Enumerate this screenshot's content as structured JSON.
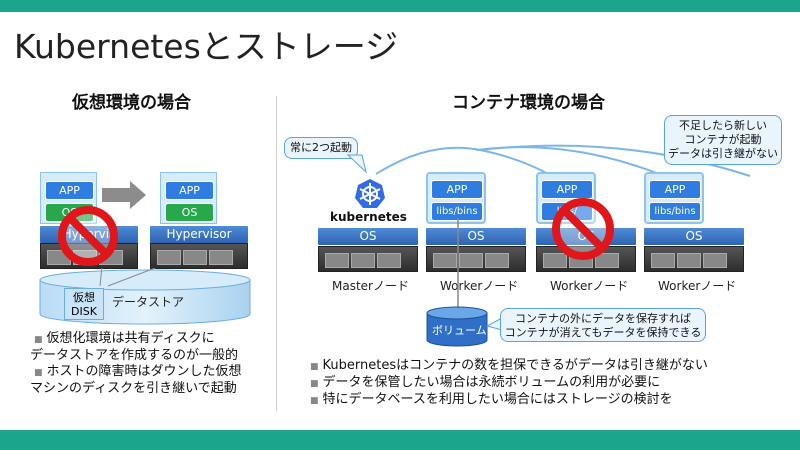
{
  "title": "Kubernetesとストレージ",
  "left": {
    "heading": "仮想環境の場合",
    "app_label": "APP",
    "os_label": "OS",
    "hypervisor_label": "Hypervisor",
    "hypervisor_label_partial": "Hypervis",
    "datastore_label": "データストア",
    "vdisk_label": "仮想\nDISK",
    "bullets": [
      "仮想化環境は共有ディスクに",
      "データストアを作成するのが一般的",
      "ホストの障害時はダウンした仮想",
      "マシンのディスクを引き継いで起動"
    ]
  },
  "right": {
    "heading": "コンテナ環境の場合",
    "always_two": "常に2つ起動",
    "kubernetes": "kubernetes",
    "app_label": "APP",
    "libs_label": "libs/bins",
    "libs_partial": "libs/",
    "os_label": "OS",
    "nodes": [
      "Masterノード",
      "Workerノード",
      "Workerノード",
      "Workerノード"
    ],
    "volume_label": "ボリューム",
    "callout_top": [
      "不足したら新しい",
      "コンテナが起動",
      "データは引き継がない"
    ],
    "callout_bottom": [
      "コンテナの外にデータを保存すれば",
      "コンテナが消えてもデータを保持できる"
    ],
    "bullets": [
      "Kubernetesはコンテナの数を担保できるがデータは引き継がない",
      "データを保管したい場合は永続ボリュームの利用が必要に",
      "特にデータベースを利用したい場合にはストレージの検討を"
    ]
  },
  "colors": {
    "accent": "#1aa58c",
    "app_blue": "#2f7de0",
    "os_green": "#27a84a",
    "prohibit_red": "#e0161b",
    "kube_blue": "#326ce5"
  }
}
